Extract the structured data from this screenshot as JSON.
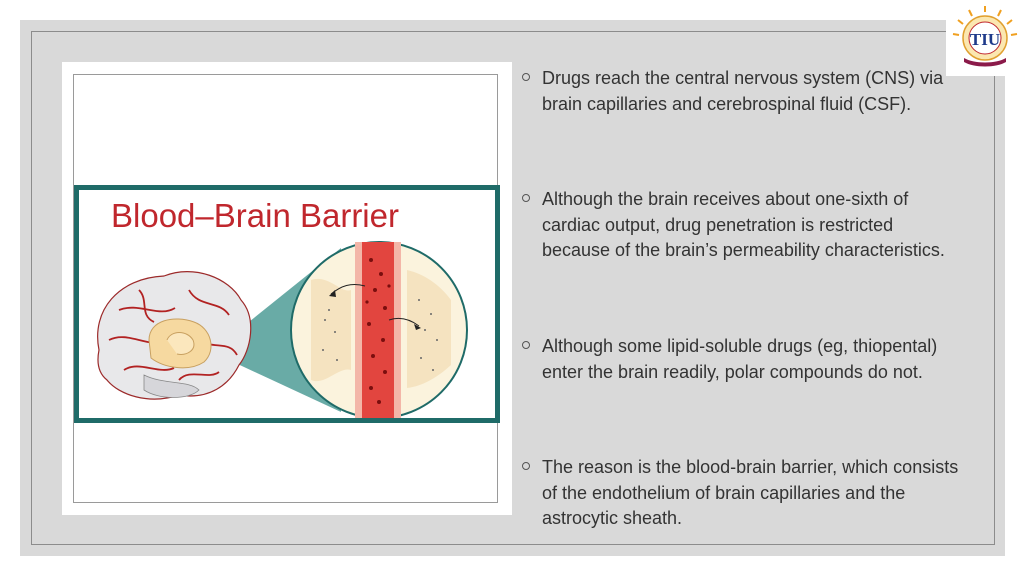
{
  "slide": {
    "bullets": [
      {
        "text": "Drugs reach the central nervous system (CNS) via brain capillaries and cerebrospinal fluid (CSF)."
      },
      {
        "text": "Although the brain receives about one-sixth of cardiac output, drug penetration is restricted because of the brain’s permeability characteristics."
      },
      {
        "text": "Although some lipid-soluble drugs (eg, thiopental) enter the brain readily, polar compounds do not."
      },
      {
        "text": "The reason is the blood-brain barrier, which consists of the endothelium of brain capillaries and the astrocytic sheath."
      }
    ]
  },
  "figure": {
    "title": "Blood–Brain Barrier",
    "title_color": "#c0272d",
    "border_color": "#1f6b68"
  },
  "logo": {
    "text": "TIU",
    "icon": "university-seal-logo",
    "color": "#1e3a8a"
  }
}
